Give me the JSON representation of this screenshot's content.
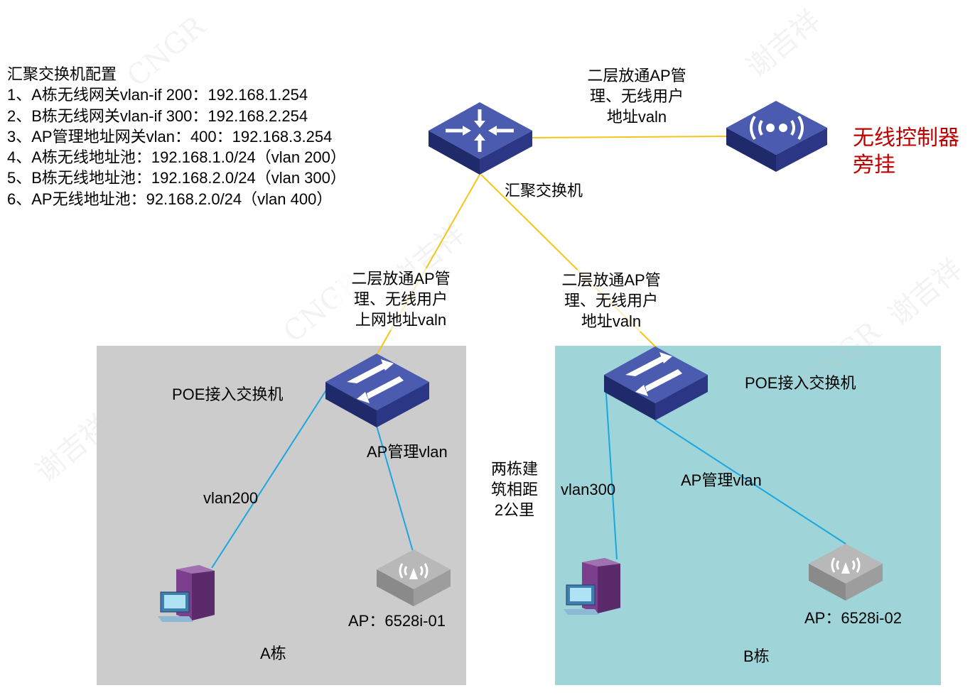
{
  "config": {
    "title": "汇聚交换机配置",
    "lines": [
      "1、A栋无线网关vlan-if 200：192.168.1.254",
      "2、B栋无线网关vlan-if 300：192.168.2.254",
      "3、AP管理地址网关vlan：400：192.168.3.254",
      "4、A栋无线地址池：192.168.1.0/24（vlan 200）",
      "5、B栋无线地址池：192.168.2.0/24（vlan 300）",
      "6、AP无线地址池：92.168.2.0/24（vlan 400）"
    ]
  },
  "core_switch": {
    "label": "汇聚交换机"
  },
  "wlc": {
    "link_label": [
      "二层放通AP管",
      "理、无线用户",
      "地址valn"
    ],
    "label": [
      "无线控制器",
      "旁挂"
    ]
  },
  "link_a": [
    "二层放通AP管",
    "理、无线用户",
    "上网地址valn"
  ],
  "link_b": [
    "二层放通AP管",
    "理、无线用户",
    "地址valn"
  ],
  "building_a": {
    "name": "A栋",
    "switch_label": "POE接入交换机",
    "pc_vlan": "vlan200",
    "ap_vlan": "AP管理vlan",
    "ap_name": "AP：6528i-01"
  },
  "building_b": {
    "name": "B栋",
    "switch_label": "POE接入交换机",
    "pc_vlan": "vlan300",
    "ap_vlan": "AP管理vlan",
    "ap_name": "AP：6528i-02"
  },
  "distance": [
    "两栋建",
    "筑相距",
    "2公里"
  ],
  "watermark": [
    "谢吉祥",
    "CNGR"
  ],
  "colors": {
    "zone_a": "#cccccc",
    "zone_b": "#9fd4d8",
    "uplink": "#f5c518",
    "access": "#1aa7e0",
    "device": "#2e3a8c",
    "accent": "#c00000"
  }
}
